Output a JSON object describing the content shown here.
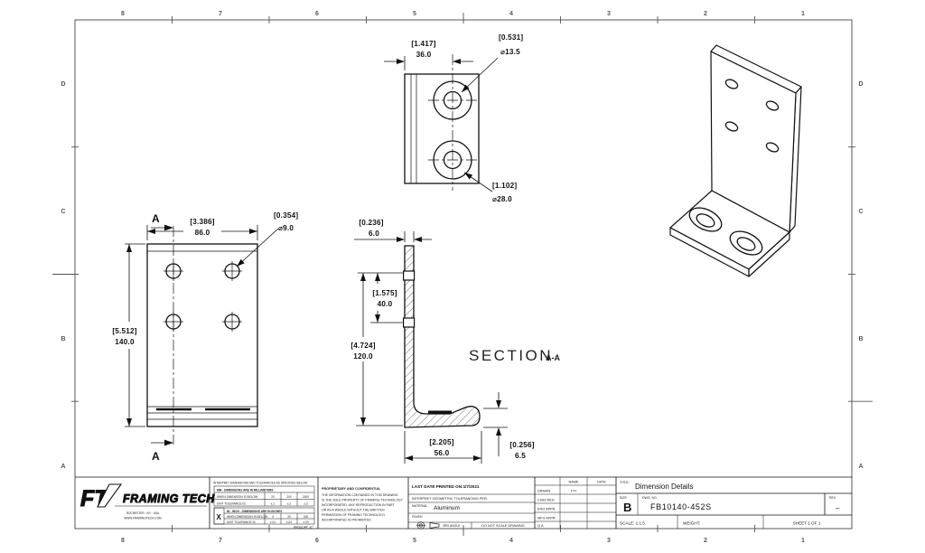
{
  "zones": {
    "top": [
      "8",
      "7",
      "6",
      "5",
      "4",
      "3",
      "2",
      "1"
    ],
    "bottom": [
      "8",
      "7",
      "6",
      "5",
      "4",
      "3",
      "2",
      "1"
    ],
    "left": [
      "D",
      "C",
      "B",
      "A"
    ],
    "right": [
      "D",
      "C",
      "B",
      "A"
    ]
  },
  "top_view": {
    "width_bracket": "[1.417]",
    "width_value": "36.0",
    "hole_bracket": "[0.531]",
    "hole_value": "⌀13.5",
    "cbore_bracket": "[1.102]",
    "cbore_value": "⌀28.0"
  },
  "front_view": {
    "width_bracket": "[3.386]",
    "width_value": "86.0",
    "height_bracket": "[5.512]",
    "height_value": "140.0",
    "hole_bracket": "[0.354]",
    "hole_value": "⌀9.0",
    "section_letter": "A"
  },
  "section_view": {
    "label": "SECTION",
    "ref": "A-A",
    "thickness_bracket": "[0.236]",
    "thickness_value": "6.0",
    "spacing_bracket": "[1.575]",
    "spacing_value": "40.0",
    "height_bracket": "[4.724]",
    "height_value": "120.0",
    "base_bracket": "[2.205]",
    "base_value": "56.0",
    "base_thickness_bracket": "[0.256]",
    "base_thickness_value": "6.5"
  },
  "title_block": {
    "logo_ft": "FT",
    "logo_name": "FRAMING TECH",
    "address_line1": "ROCHESTER · NY · USA",
    "address_line2": "WWW.FRAMINGTECH.COM",
    "tol_note": "INTERPRET DIMENSIONS AND TOLERANCES AS SPECIFIED BELOW:",
    "metric_header": "MM - DIMENSIONS ARE IN MILLIMETERS",
    "metric_row_label": "WHEN DIMENSION IS BELOW:",
    "metric_limits": [
      "20",
      "200",
      "2000"
    ],
    "metric_tol_label": "UNIT TOLERANCE IS:",
    "metric_tols": [
      "±.1",
      "±.2",
      "±.3"
    ],
    "inch_header": "IN - INCH - DIMENSIONS ARE IN INCHES",
    "inch_row_label": "WHEN DIMENSION IS BELOW:",
    "inch_limits": [
      "3",
      "20",
      "200"
    ],
    "inch_tol_label": "UNIT TOLERANCE IS:",
    "inch_tols": [
      "±.01",
      "±.02",
      "±.03"
    ],
    "unit_checkbox": "X",
    "angular_note": "ANGULAR: ±1°",
    "proprietary_title": "PROPRIETARY AND CONFIDENTIAL",
    "proprietary_lines": [
      "THE INFORMATION CONTAINED IN THIS DRAWING",
      "IS THE SOLE PROPERTY OF FRAMING TECHNOLOGY",
      "INCORPORATED.  ANY REPRODUCTION IN PART",
      "OR AS A WHOLE WITHOUT THE WRITTEN",
      "PERMISSION OF FRAMING TECHNOLOGY",
      "INCORPORATED IS PROHIBITED."
    ],
    "last_printed": "LAST DATE PRINTED ON:1/7/2021",
    "interpret": "INTERPRET GEOMETRIC TOLERANCING PER:",
    "material_label": "MATERIAL",
    "material": "Aluminum",
    "finish_label": "FINISH",
    "projection": "3RD ANGLE",
    "do_not_scale": "DO NOT SCALE DRAWING",
    "name_col": "NAME",
    "date_col": "DATE",
    "row_drawn": "DRAWN",
    "row_checked": "CHECKED",
    "row_eng": "ENG APPR.",
    "row_mfg": "MFG APPR.",
    "row_qa": "Q.A.",
    "drawn_name": "FTI",
    "title_label": "TITLE:",
    "title": "Dimension Details",
    "size_label": "SIZE",
    "size": "B",
    "dwg_label": "DWG. NO.",
    "dwg_no": "FB10140-452S",
    "rev_label": "REV",
    "rev": "–",
    "scale": "SCALE: 1:1.5",
    "weight": "WEIGHT:",
    "sheet": "SHEET 1 OF 1"
  }
}
